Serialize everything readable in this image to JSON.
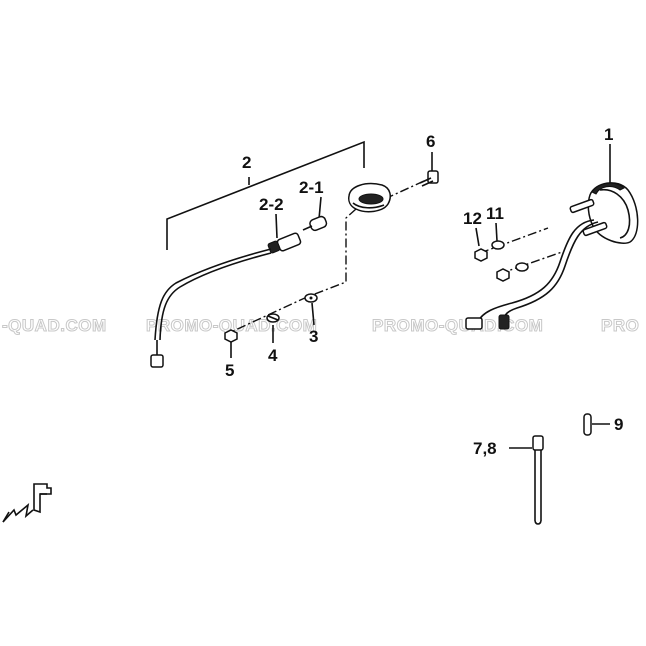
{
  "watermarks": [
    "-QUAD.COM",
    "PROMO-QUAD.COM",
    "PROMO-QUAD.COM",
    "PRO"
  ],
  "callouts": {
    "c1": "1",
    "c2": "2",
    "c2_1": "2-1",
    "c2_2": "2-2",
    "c3": "3",
    "c4": "4",
    "c5": "5",
    "c6": "6",
    "c78": "7,8",
    "c9": "9",
    "c11": "11",
    "c12": "12"
  }
}
